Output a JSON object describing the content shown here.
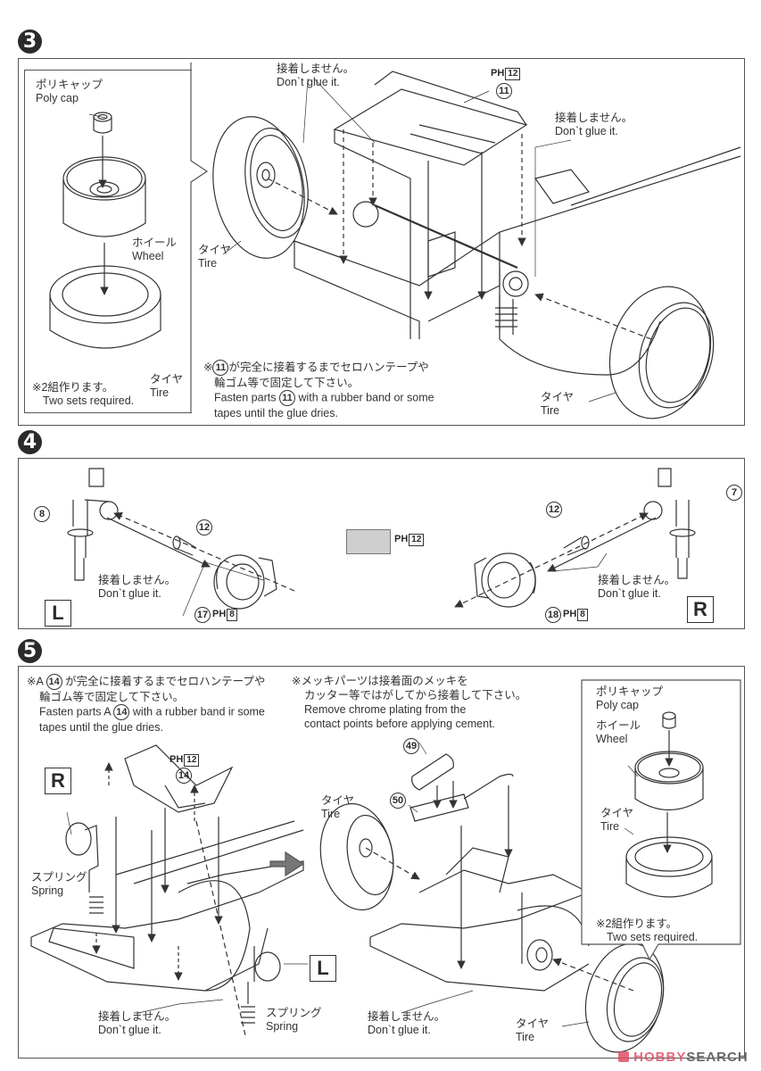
{
  "steps": [
    {
      "number": "3",
      "inset": {
        "poly_cap_jp": "ポリキャップ",
        "poly_cap_en": "Poly cap",
        "wheel_jp": "ホイール",
        "wheel_en": "Wheel",
        "tire_jp": "タイヤ",
        "tire_en": "Tire",
        "sets_jp": "※2組作ります。",
        "sets_en": "Two sets required."
      },
      "labels": {
        "dont_glue_1_jp": "接着しません。",
        "dont_glue_1_en": "Don`t glue it.",
        "dont_glue_2_jp": "接着しません。",
        "dont_glue_2_en": "Don`t glue it.",
        "tire_left_jp": "タイヤ",
        "tire_left_en": "Tire",
        "tire_right_jp": "タイヤ",
        "tire_right_en": "Tire",
        "part_11": "11",
        "paint_code": "PH",
        "paint_num": "12"
      },
      "note": {
        "line1_prefix": "※",
        "line1_part": "11",
        "line1_jp": "が完全に接着するまでセロハンテープや",
        "line2_jp": "輪ゴム等で固定して下さい。",
        "line3_prefix": "Fasten parts",
        "line3_part": "11",
        "line3_suffix": "with a rubber band or some",
        "line4": "tapes until the glue dries."
      }
    },
    {
      "number": "4",
      "left": {
        "part_8": "8",
        "part_12": "12",
        "part_17": "17",
        "paint_code": "PH",
        "paint_num": "8",
        "dont_glue_jp": "接着しません。",
        "dont_glue_en": "Don`t glue it.",
        "side": "L"
      },
      "center": {
        "paint_code": "PH",
        "paint_num": "12",
        "swatch_color": "#cfcfcf"
      },
      "right": {
        "part_7": "7",
        "part_12": "12",
        "part_18": "18",
        "paint_code": "PH",
        "paint_num": "8",
        "dont_glue_jp": "接着しません。",
        "dont_glue_en": "Don`t glue it.",
        "side": "R"
      }
    },
    {
      "number": "5",
      "note_left": {
        "line1_prefix": "※A",
        "line1_part": "14",
        "line1_jp": "が完全に接着するまでセロハンテープや",
        "line2_jp": "輪ゴム等で固定して下さい。",
        "line3_prefix": "Fasten parts A",
        "line3_part": "14",
        "line3_suffix": "with a rubber band ir some",
        "line4": "tapes until the glue dries."
      },
      "note_middle": {
        "line1_jp": "※メッキパーツは接着面のメッキを",
        "line2_jp": "カッター等ではがしてから接着して下さい。",
        "line3": "Remove chrome plating from the",
        "line4": "contact points before applying cement."
      },
      "left": {
        "side_r": "R",
        "side_l": "L",
        "part_14": "14",
        "paint_code": "PH",
        "paint_num": "12",
        "spring_1_jp": "スプリング",
        "spring_1_en": "Spring",
        "spring_2_jp": "スプリング",
        "spring_2_en": "Spring",
        "dont_glue_jp": "接着しません。",
        "dont_glue_en": "Don`t glue it."
      },
      "right": {
        "part_49": "49",
        "part_50": "50",
        "tire_top_jp": "タイヤ",
        "tire_top_en": "Tire",
        "tire_bottom_jp": "タイヤ",
        "tire_bottom_en": "Tire",
        "dont_glue_jp": "接着しません。",
        "dont_glue_en": "Don`t glue it."
      },
      "inset": {
        "poly_cap_jp": "ポリキャップ",
        "poly_cap_en": "Poly cap",
        "wheel_jp": "ホイール",
        "wheel_en": "Wheel",
        "tire_jp": "タイヤ",
        "tire_en": "Tire",
        "sets_jp": "※2組作ります。",
        "sets_en": "Two sets required."
      }
    }
  ],
  "watermark": {
    "brand_a": "HOBBY",
    "brand_b": "SEARCH",
    "brand_color": "#e0445a"
  }
}
